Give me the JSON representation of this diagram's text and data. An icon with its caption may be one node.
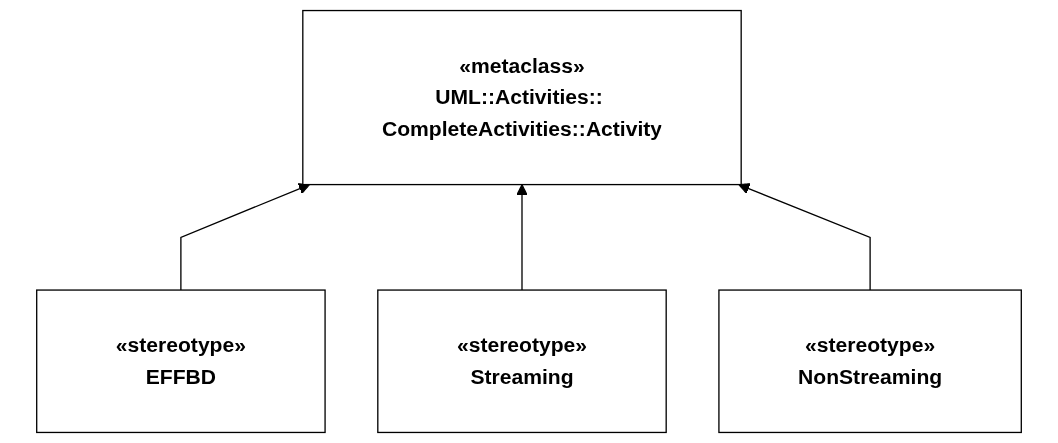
{
  "diagram": {
    "nodes": [
      {
        "text": [
          "«metaclass»",
          "UML::Activities:: CompleteActivities::Activity"
        ]
      },
      {
        "text": [
          "«stereotype»",
          "EFFBD"
        ]
      },
      {
        "text": [
          "«stereotype»",
          "Streaming"
        ]
      },
      {
        "text": [
          "«stereotype»",
          "NonStreaming"
        ]
      }
    ],
    "edges": [
      {
        "from": 1,
        "to": 0,
        "arrow": "to"
      },
      {
        "from": 2,
        "to": 0,
        "arrow": "to"
      },
      {
        "from": 3,
        "to": 0,
        "arrow": "to"
      }
    ]
  }
}
